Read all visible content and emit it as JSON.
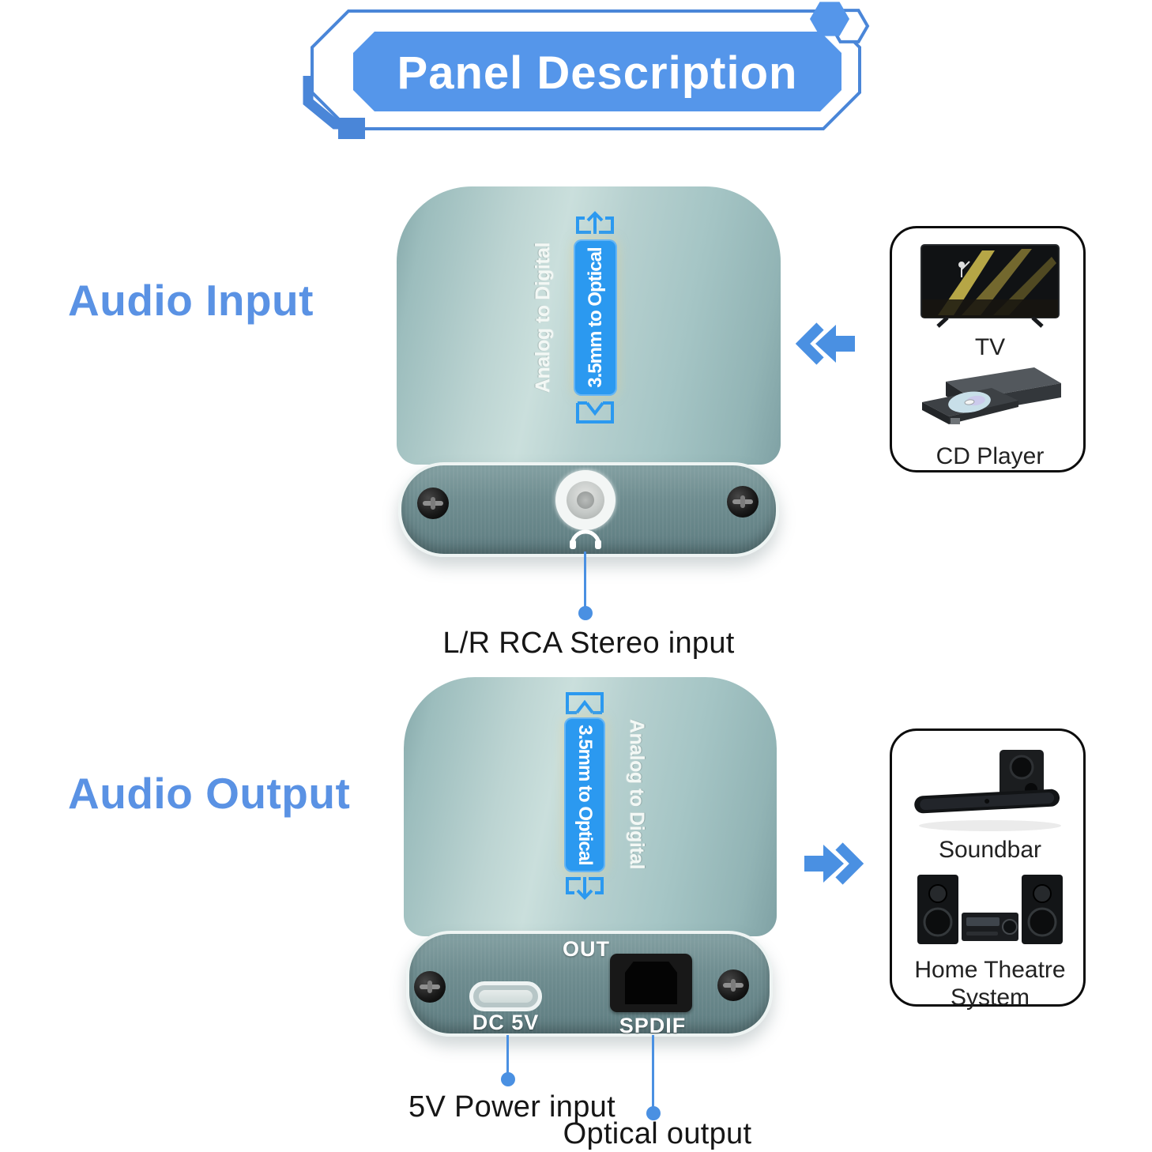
{
  "banner": {
    "title": "Panel Description"
  },
  "input_section": {
    "heading": "Audio Input",
    "device": {
      "side_label": "Analog to Digital",
      "strip_label": "3.5mm to Optical"
    },
    "callout": {
      "rca": "L/R RCA Stereo input"
    },
    "source_box": {
      "items": [
        {
          "label": "TV"
        },
        {
          "label": "CD Player"
        }
      ]
    }
  },
  "output_section": {
    "heading": "Audio Output",
    "device": {
      "side_label": "Analog to Digital",
      "strip_label": "3.5mm to Optical",
      "out_label": "OUT",
      "dc_label": "DC 5V",
      "spdif_label": "SPDIF"
    },
    "callouts": {
      "power": "5V Power input",
      "optical": "Optical output"
    },
    "sink_box": {
      "items": [
        {
          "label": "Soundbar"
        },
        {
          "label": "Home Theatre System"
        }
      ]
    }
  },
  "colors": {
    "accent_blue": "#4a90e2",
    "banner_fill": "#5596ea",
    "banner_outline": "#4a86d8",
    "heading_blue": "#5a92e4",
    "strip_blue": "#2b99f0",
    "device_body": "#b7d2d1",
    "device_face": "#64848a",
    "callout_text": "#161616"
  },
  "icons": {
    "input_arrow": "double-chevron-left-arrow",
    "output_arrow": "double-chevron-right-arrow",
    "headphone": "headphone-glyph",
    "eject_out": "bracket-arrow-out",
    "eject_in": "bracket-arrow-in"
  }
}
